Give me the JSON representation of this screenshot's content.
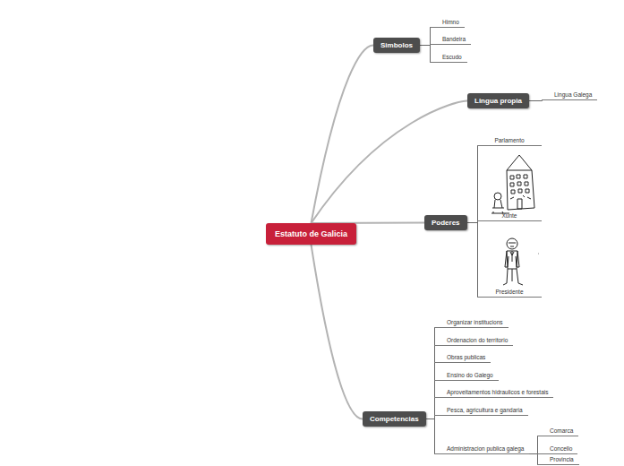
{
  "diagram": {
    "nodes": [
      {
        "text": [
          "Estatuto de Galicia"
        ]
      },
      {
        "text": [
          "Simbolos"
        ]
      },
      {
        "text": [
          "Himno"
        ]
      },
      {
        "text": [
          "Bandeira"
        ]
      },
      {
        "text": [
          "Escudo"
        ]
      },
      {
        "text": [
          "Lingua propia"
        ]
      },
      {
        "text": [
          "Lingua Galega"
        ]
      },
      {
        "text": [
          "Poderes"
        ]
      },
      {
        "text": [
          "Parlamento"
        ]
      },
      {
        "text": [
          "Xunte"
        ]
      },
      {
        "text": [
          "Presidente"
        ]
      },
      {
        "text": [
          "Competencias"
        ]
      },
      {
        "text": [
          "Organizar institucions"
        ]
      },
      {
        "text": [
          "Ordenacion do territorio"
        ]
      },
      {
        "text": [
          "Obras publicas"
        ]
      },
      {
        "text": [
          "Ensino do Galego"
        ]
      },
      {
        "text": [
          "Aproveitamentos hidraulicos e forestais"
        ]
      },
      {
        "text": [
          "Pesca, agricultura e gandaria"
        ]
      },
      {
        "text": [
          "Administracion publica galega"
        ]
      },
      {
        "text": [
          "Comarca"
        ]
      },
      {
        "text": [
          "Concello"
        ]
      },
      {
        "text": [
          "Provincia"
        ]
      }
    ],
    "edges": [
      {
        "from": 0,
        "to": 1,
        "arrow": "none"
      },
      {
        "from": 0,
        "to": 5,
        "arrow": "none"
      },
      {
        "from": 0,
        "to": 7,
        "arrow": "none"
      },
      {
        "from": 0,
        "to": 11,
        "arrow": "none"
      },
      {
        "from": 1,
        "to": 2,
        "arrow": "none"
      },
      {
        "from": 1,
        "to": 3,
        "arrow": "none"
      },
      {
        "from": 1,
        "to": 4,
        "arrow": "none"
      },
      {
        "from": 5,
        "to": 6,
        "arrow": "none"
      },
      {
        "from": 7,
        "to": 8,
        "arrow": "none"
      },
      {
        "from": 7,
        "to": 9,
        "arrow": "none"
      },
      {
        "from": 7,
        "to": 10,
        "arrow": "none"
      },
      {
        "from": 11,
        "to": 12,
        "arrow": "none"
      },
      {
        "from": 11,
        "to": 13,
        "arrow": "none"
      },
      {
        "from": 11,
        "to": 14,
        "arrow": "none"
      },
      {
        "from": 11,
        "to": 15,
        "arrow": "none"
      },
      {
        "from": 11,
        "to": 16,
        "arrow": "none"
      },
      {
        "from": 11,
        "to": 17,
        "arrow": "none"
      },
      {
        "from": 11,
        "to": 18,
        "arrow": "none"
      },
      {
        "from": 18,
        "to": 19,
        "arrow": "none"
      },
      {
        "from": 18,
        "to": 20,
        "arrow": "none"
      },
      {
        "from": 18,
        "to": 21,
        "arrow": "none"
      }
    ]
  }
}
